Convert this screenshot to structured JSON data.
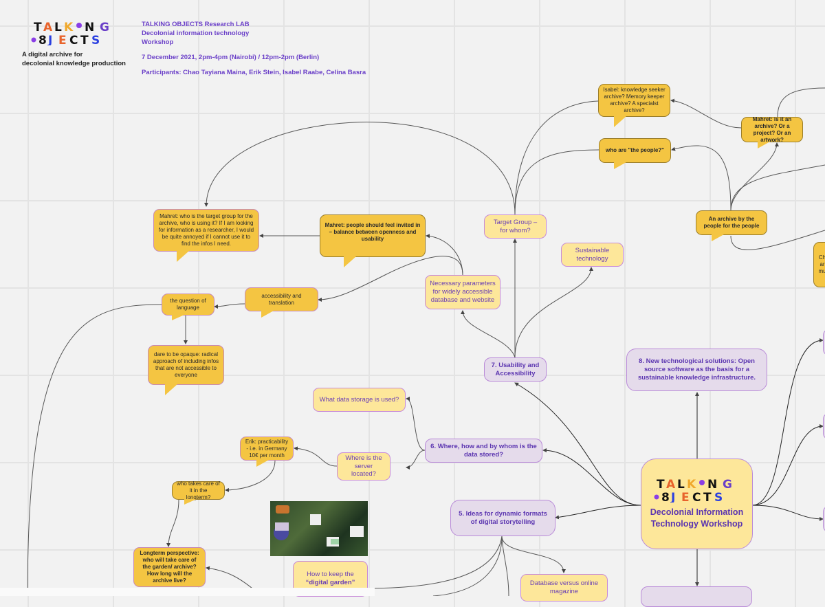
{
  "header": {
    "logo_text": "TALKING OBJECTS",
    "tagline_1": "A digital archive for",
    "tagline_2": "decolonial knowledge production",
    "lab": "TALKING OBJECTS Research LAB",
    "workshop_1": "Decolonial information technology",
    "workshop_2": "Workshop",
    "date": "7 December 2021, 2pm-4pm (Nairobi) / 12pm-2pm (Berlin)",
    "participants": "Participants: Chao Tayiana Maina, Erik Stein, Isabel Raabe, Celina Basra"
  },
  "center": {
    "logo_text": "TALKING OBJECTS",
    "title": "Decolonial Information Technology Workshop"
  },
  "topics": {
    "t5": "5. Ideas for dynamic formats of digital storytelling",
    "t6": "6. Where, how and by whom is the data stored?",
    "t7": "7. Usability and Accessibility",
    "t8": "8.  New technological solutions: Open source software as the basis for a sustainable knowledge infrastructure."
  },
  "leaves": {
    "target_group": "Target Group – for whom?",
    "sustainable": "Sustainable technology",
    "parameters": "Necessary parameters for widely accessible database and website",
    "data_storage": "What data storage is used?",
    "server": "Where is the server located?",
    "digital_garden_1": "How to keep the",
    "digital_garden_2": "“digital garden”",
    "database_vs": "Database versus online magazine"
  },
  "comments": {
    "isabel": "Isabel: knowledge seeker archive? Memory keeper archive? A specialst archive?",
    "mahret_archive": "Mahret: is it an archive? Or a project? Or an artwork?",
    "who_people": "who are \"the people?\"",
    "by_people": "An archive by the people for the people",
    "partial_right": "Ch ar mu",
    "mahret_target": "Mahret: who is the target group for the archive, who is using it? If I am looking for information as a researcher, I would be quite annoyed if I cannot use it to find the infos I need.",
    "mahret_invited": "Mahret: people should feel invited in – balance between openness and usability",
    "access_translation": "accessibility and translation",
    "language": "the question of language",
    "opaque": "dare to be opaque: radical approach of including infos that are not accessible to everyone",
    "erik": "Erik: practicability - i.e. in Germany 10€ per month",
    "who_care": "who takes care of it in the longterm?",
    "longterm": "Longterm perspective: who will take care of the garden/ archive? How long will the archive live?"
  },
  "colors": {
    "comment": "#f4c542",
    "leaf": "#fde79a",
    "topic": "#e5dbeb",
    "text_purple": "#5b35b0",
    "canvas": "#f2f2f2"
  }
}
